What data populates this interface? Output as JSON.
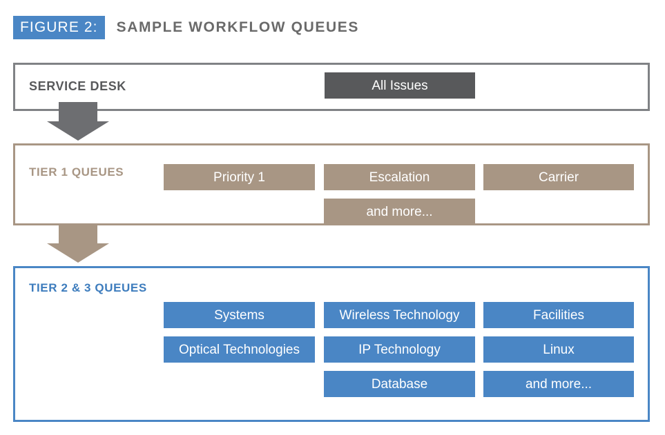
{
  "figure": {
    "badge": "FIGURE 2:",
    "title": "SAMPLE WORKFLOW QUEUES"
  },
  "colors": {
    "gray": "#58595b",
    "gray_border": "#808285",
    "tan": "#a89684",
    "blue": "#4a86c5",
    "blue_text": "#3d7cbd",
    "arrow_gray": "#6d6e71"
  },
  "sections": {
    "service_desk": {
      "label": "SERVICE DESK",
      "queues": [
        {
          "label": "All Issues"
        }
      ]
    },
    "tier1": {
      "label": "TIER 1 QUEUES",
      "queues": [
        {
          "label": "Priority 1"
        },
        {
          "label": "Escalation"
        },
        {
          "label": "Carrier"
        },
        {
          "label": "and more..."
        }
      ]
    },
    "tier2": {
      "label": "TIER 2 & 3 QUEUES",
      "queues": [
        {
          "label": "Systems"
        },
        {
          "label": "Wireless Technology"
        },
        {
          "label": "Facilities"
        },
        {
          "label": "Optical Technologies"
        },
        {
          "label": "IP Technology"
        },
        {
          "label": "Linux"
        },
        {
          "label": "Database"
        },
        {
          "label": "and more..."
        }
      ]
    }
  },
  "arrows": [
    {
      "name": "service-desk-to-tier1",
      "direction": "down",
      "color": "#6d6e71"
    },
    {
      "name": "tier1-to-tier2",
      "direction": "down",
      "color": "#a89684"
    }
  ]
}
